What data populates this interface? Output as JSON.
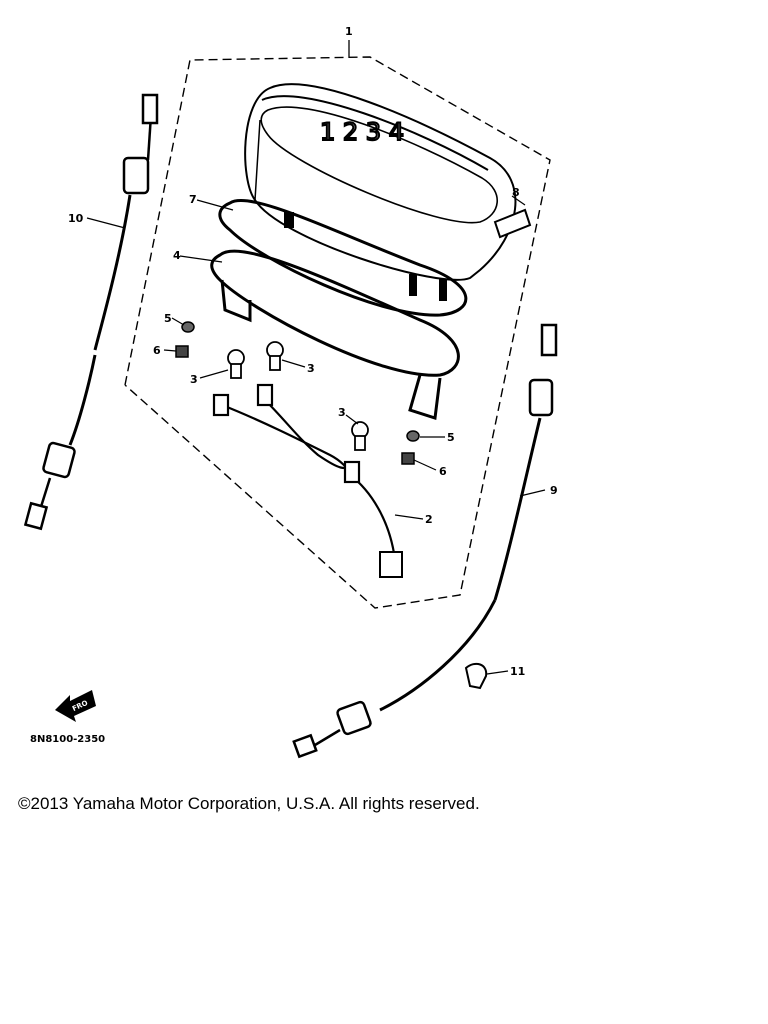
{
  "diagram": {
    "callouts": {
      "c1": "1",
      "c2": "2",
      "c3a": "3",
      "c3b": "3",
      "c3c": "3",
      "c4": "4",
      "c5a": "5",
      "c5b": "5",
      "c6a": "6",
      "c6b": "6",
      "c7": "7",
      "c8": "8",
      "c9": "9",
      "c10": "10",
      "c11": "11"
    },
    "front_arrow": "FRO",
    "drawing_code": "8N8100-2350"
  },
  "footer": {
    "copyright": "©2013 Yamaha Motor Corporation, U.S.A. All rights reserved."
  }
}
